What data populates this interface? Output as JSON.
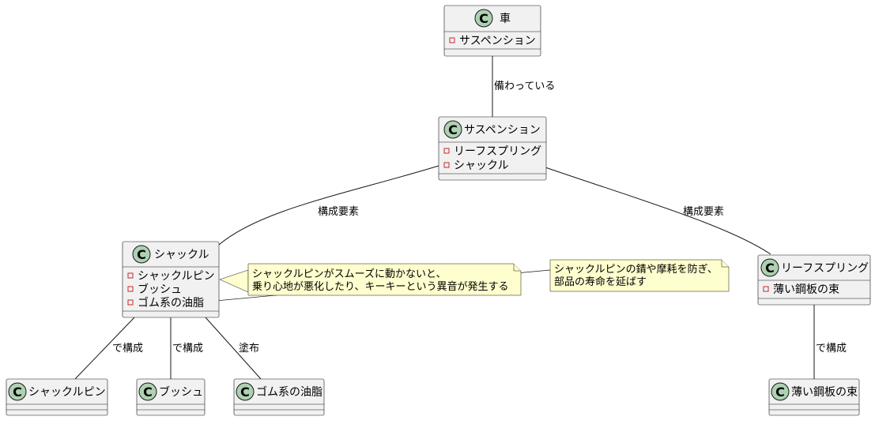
{
  "class_marker": "C",
  "classes": {
    "car": {
      "name": "車",
      "attrs": [
        "サスペンション"
      ]
    },
    "suspension": {
      "name": "サスペンション",
      "attrs": [
        "リーフスプリング",
        "シャックル"
      ]
    },
    "shackle": {
      "name": "シャックル",
      "attrs": [
        "シャックルピン",
        "ブッシュ",
        "ゴム系の油脂"
      ]
    },
    "leaf_spring": {
      "name": "リーフスプリング",
      "attrs": [
        "薄い鋼板の束"
      ]
    },
    "shackle_pin": {
      "name": "シャックルピン",
      "attrs": []
    },
    "bush": {
      "name": "ブッシュ",
      "attrs": []
    },
    "rubber_grease": {
      "name": "ゴム系の油脂",
      "attrs": []
    },
    "thin_steel": {
      "name": "薄い鋼板の束",
      "attrs": []
    }
  },
  "relations": {
    "car_suspension": "備わっている",
    "suspension_shackle": "構成要素",
    "suspension_leaf": "構成要素",
    "shackle_pin": "で構成",
    "shackle_bush": "で構成",
    "shackle_grease": "塗布",
    "leaf_steel": "で構成"
  },
  "notes": {
    "pin_note": [
      "シャックルピンがスムーズに動かないと、",
      "乗り心地が悪化したり、キーキーという異音が発生する"
    ],
    "grease_note": [
      "シャックルピンの錆や摩耗を防ぎ、",
      "部品の寿命を延ばす"
    ]
  },
  "colors": {
    "class_fill": "#f1f1f1",
    "spot_fill": "#add1b2",
    "note_fill": "#fefece",
    "private_marker": "#c82930",
    "line": "#181818"
  }
}
